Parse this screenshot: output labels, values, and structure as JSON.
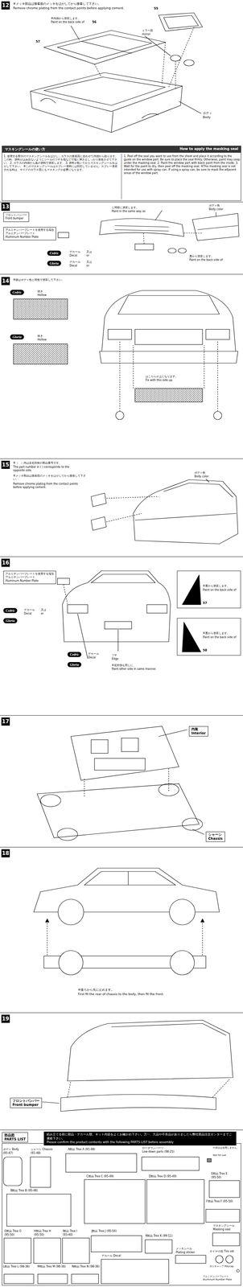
{
  "diagram": {
    "nodes": [
      {
        "text": [
          "12"
        ]
      },
      {
        "text": [
          "マスキングシールの使い方",
          "How to apply the masking seal"
        ]
      },
      {
        "text": [
          "13"
        ]
      },
      {
        "text": [
          "フロントバンパー",
          "Front bumper"
        ]
      },
      {
        "text": [
          "アルミナンバープレートを使用する場合",
          "アルミナンバープレート",
          "Aluminum Number Plate"
        ]
      },
      {
        "text": [
          "Cedric"
        ]
      },
      {
        "text": [
          "Gloria"
        ]
      },
      {
        "text": [
          "14"
        ]
      },
      {
        "text": [
          "Cedric"
        ]
      },
      {
        "text": [
          "Gloria"
        ]
      },
      {
        "text": [
          "15"
        ]
      },
      {
        "text": [
          "16"
        ]
      },
      {
        "text": [
          "アルミナンバープレートを使用する場合",
          "アルミナンバープレート",
          "Aluminum Number Plate"
        ]
      },
      {
        "text": [
          "Cedric"
        ]
      },
      {
        "text": [
          "Gloria"
        ]
      },
      {
        "text": [
          "Cedric"
        ]
      },
      {
        "text": [
          "Gloria"
        ]
      },
      {
        "text": [
          "17"
        ]
      },
      {
        "text": [
          "内装",
          "Interior"
        ]
      },
      {
        "text": [
          "シャーシ",
          "Chassis"
        ]
      },
      {
        "text": [
          "18"
        ]
      },
      {
        "text": [
          "19"
        ]
      },
      {
        "text": [
          "フロントバンパー",
          "Front bumper"
        ]
      },
      {
        "text": [
          "部品図",
          "PARTS LIST"
        ]
      },
      {
        "text": [
          "組み立てる前に部品・デカール類、キット内容をよくお確かめ下さい。万一、欠品や不良品がありましたら弊社部品注文センターまでご連絡下さい。",
          "Please confirm the product contents with the following PARTS LIST before assembly"
        ]
      }
    ],
    "labels": [
      "※メッキ部品は接着面のメッキをはがしてから接着して下さい。",
      "Remove chrome plating from the contact points before applying cement.",
      "※内側から塗装します。",
      "Paint on the back side of",
      "56",
      "ミラー面",
      "mirror",
      "55",
      "57",
      "ボディ",
      "Body",
      "1. 使用する部分のマスキングシールをはがし、ガラスの接着面に合わせて内側から貼ります。この時、塗料がはみ出ないようにシールのフチを指などで強く押さえしっかり密着させて下さい。 2. ガラスの内側から黒の塗料で塗装します。 3. 塗料が乾いてからマスキングシールをはがして下さい。 ※このマスキングシールはスプレー塗料には対応していません。スプレー塗装される時は、サイドのガラス窓にもマスキングが必要になります。",
      "1. Peel off the seal you want to use from the sheet and place it according to the guide on the window part. Be sure to place the seal firmly. Otherwise, paint may seep under the masking seal. 2. Paint the window part with black paint from the inside. 3. Wait for the paint to dry, then peel off the masking seal. ※This masking seal is not intended for use with spray can. If using a spray can, be sure to mask the adjacent areas of the window part.",
      "と同様に塗装します。",
      "Paint in the same way as",
      "ボディ色",
      "Body color",
      "デカール",
      "Decal",
      "又は",
      "or",
      "デカール",
      "Decal",
      "又は",
      "or",
      "裏から塗装します。",
      "Paint on the back side of",
      "※⑭はボディ色と同色で塗装して下さい。",
      "抜き",
      "Hollow",
      "抜き",
      "Hollow",
      "はこちらが上になります。",
      "Fix with this side up.",
      "※（　）内は左右対称の部品番号です。",
      "The part number in ( ) corresponds to the opposite side.",
      "※メッキ部品は接着面のメッキをはがしてから接着して下さい。",
      "Remove chrome plating from the contact points before applying cement.",
      "ボディ色",
      "Body color",
      "デカール",
      "Decal",
      "又は",
      "or",
      "デカール",
      "Decal",
      "フチ",
      "Edge",
      "※反対側も同じに。",
      "Paint other side in same manner.",
      "※裏から塗装します。",
      "Paint on the back side of",
      "57",
      "※裏から塗装します。",
      "Paint on the back side of",
      "58",
      "※後ろから先に止めます。",
      "First fit the rear of chassis to the body, then fit the front.",
      "ボディ Body",
      "(95-47)",
      "シャーシ Chassis",
      "(91-48)",
      "A部品 Tree A (91-48)",
      "ローダウンパーツ",
      "Low-down parts (98-25)",
      "の部品は使用しません。",
      "Not for use",
      "E部品 Tree E",
      "(95-50)",
      "B部品 Tree B (95-48)",
      "C部品 Tree C (95-49)",
      "D部品 Tree D (95-49)",
      "F部品 Tree F (95-50)",
      "G部品 Tree G",
      "(95-50)",
      "H部品 Tree H",
      "(95-50)",
      "I部品 Tree I",
      "(93-40)",
      "J部品 Tree J (95-54)",
      "K部品 Tree K (99-11)",
      "マスキングシール",
      "Masking seal",
      "メッキシール",
      "Plating sticker",
      "タイヤ小袋 Tire set",
      "L部品 Tree L (98-36)",
      "M部品 Tree M (98-36)",
      "N部品 Tree N (98-36)",
      "デカール Decal",
      "ポリキャップ Polycap",
      "アルミナンバープレート Aluminum Number Plate"
    ]
  }
}
